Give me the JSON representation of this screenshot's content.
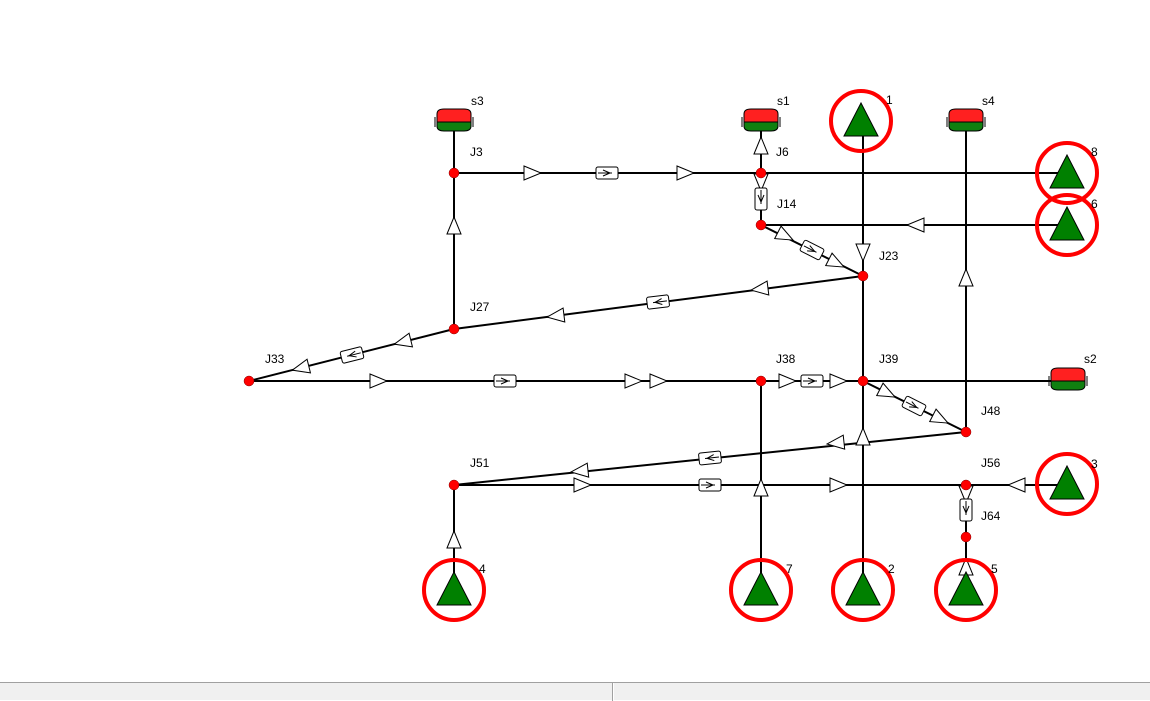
{
  "network": {
    "junctions": [
      {
        "id": "J3",
        "label": "J3"
      },
      {
        "id": "J6",
        "label": "J6"
      },
      {
        "id": "J14",
        "label": "J14"
      },
      {
        "id": "J23",
        "label": "J23"
      },
      {
        "id": "J27",
        "label": "J27"
      },
      {
        "id": "J33",
        "label": "J33"
      },
      {
        "id": "J38",
        "label": "J38"
      },
      {
        "id": "J39",
        "label": "J39"
      },
      {
        "id": "J48",
        "label": "J48"
      },
      {
        "id": "J51",
        "label": "J51"
      },
      {
        "id": "J56",
        "label": "J56"
      },
      {
        "id": "J64",
        "label": "J64"
      }
    ],
    "tanks": [
      {
        "id": "s1",
        "label": "s1"
      },
      {
        "id": "s2",
        "label": "s2"
      },
      {
        "id": "s3",
        "label": "s3"
      },
      {
        "id": "s4",
        "label": "s4"
      }
    ],
    "sources": [
      {
        "id": "src1",
        "label": "1"
      },
      {
        "id": "src2",
        "label": "2"
      },
      {
        "id": "src3",
        "label": "3"
      },
      {
        "id": "src4",
        "label": "4"
      },
      {
        "id": "src5",
        "label": "5"
      },
      {
        "id": "src6",
        "label": "6"
      },
      {
        "id": "src7",
        "label": "7"
      },
      {
        "id": "src8",
        "label": "8"
      }
    ]
  },
  "status": {
    "left": "",
    "right": ""
  },
  "colors": {
    "junction": "#ff0000",
    "source": "#008000",
    "highlight": "#ff0000",
    "tank_top": "#ff2020",
    "tank_bottom": "#108010"
  }
}
